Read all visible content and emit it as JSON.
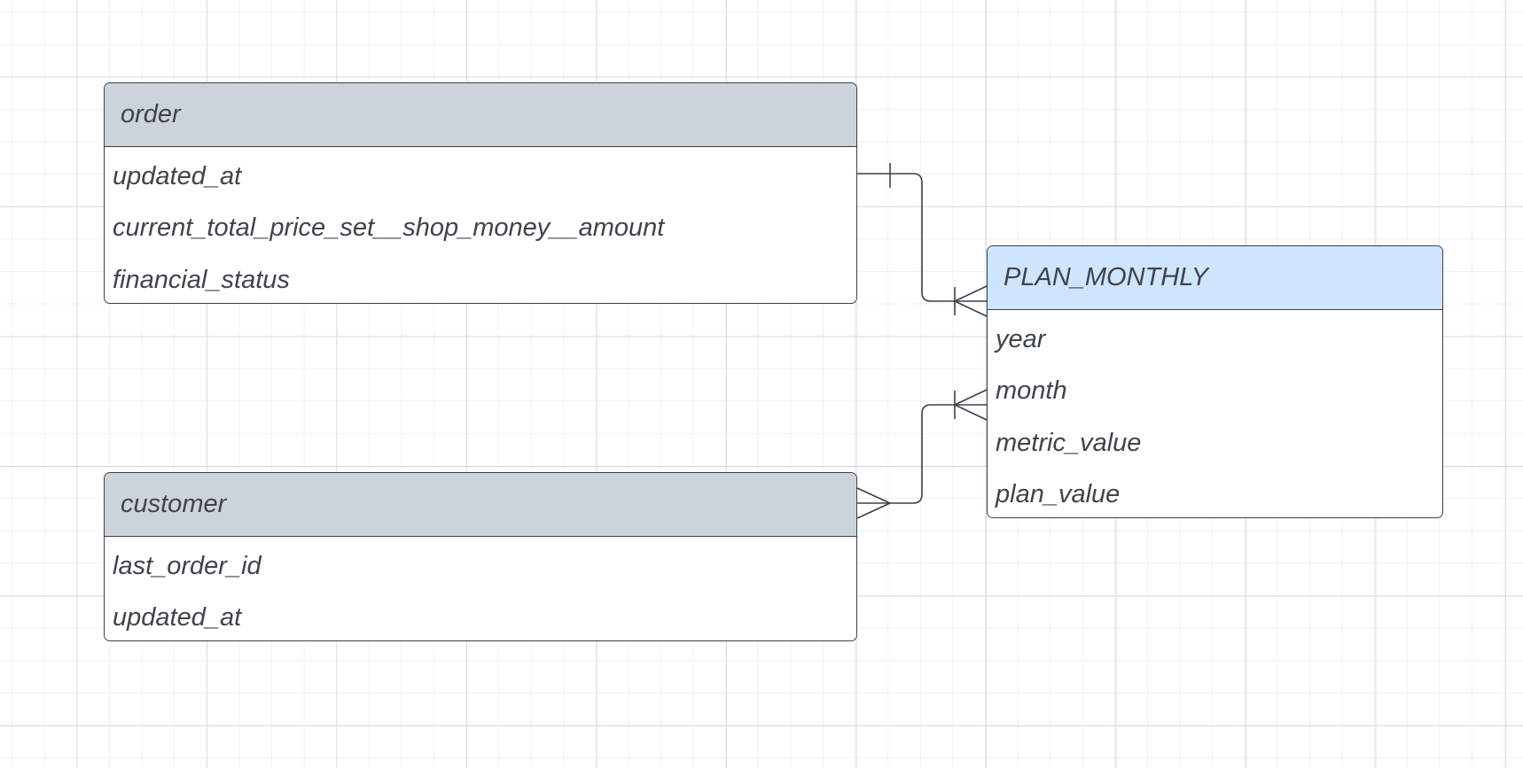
{
  "diagram": {
    "type": "entity-relationship",
    "entities": {
      "order": {
        "title": "order",
        "fields": [
          "updated_at",
          "current_total_price_set__shop_money__amount",
          "financial_status"
        ]
      },
      "customer": {
        "title": "customer",
        "fields": [
          "last_order_id",
          "updated_at"
        ]
      },
      "plan_monthly": {
        "title": "PLAN_MONTHLY",
        "fields": [
          "year",
          "month",
          "metric_value",
          "plan_value"
        ]
      }
    },
    "relationships": [
      {
        "from": "order",
        "to": "PLAN_MONTHLY",
        "from_cardinality": "one",
        "to_cardinality": "one-or-many"
      },
      {
        "from": "customer",
        "to": "PLAN_MONTHLY",
        "from_cardinality": "many",
        "to_cardinality": "one-or-many"
      }
    ],
    "colors": {
      "source_header": "#cdd3db",
      "target_header": "#cfe4fd",
      "border": "#3a414a",
      "text": "#3f444b"
    }
  }
}
